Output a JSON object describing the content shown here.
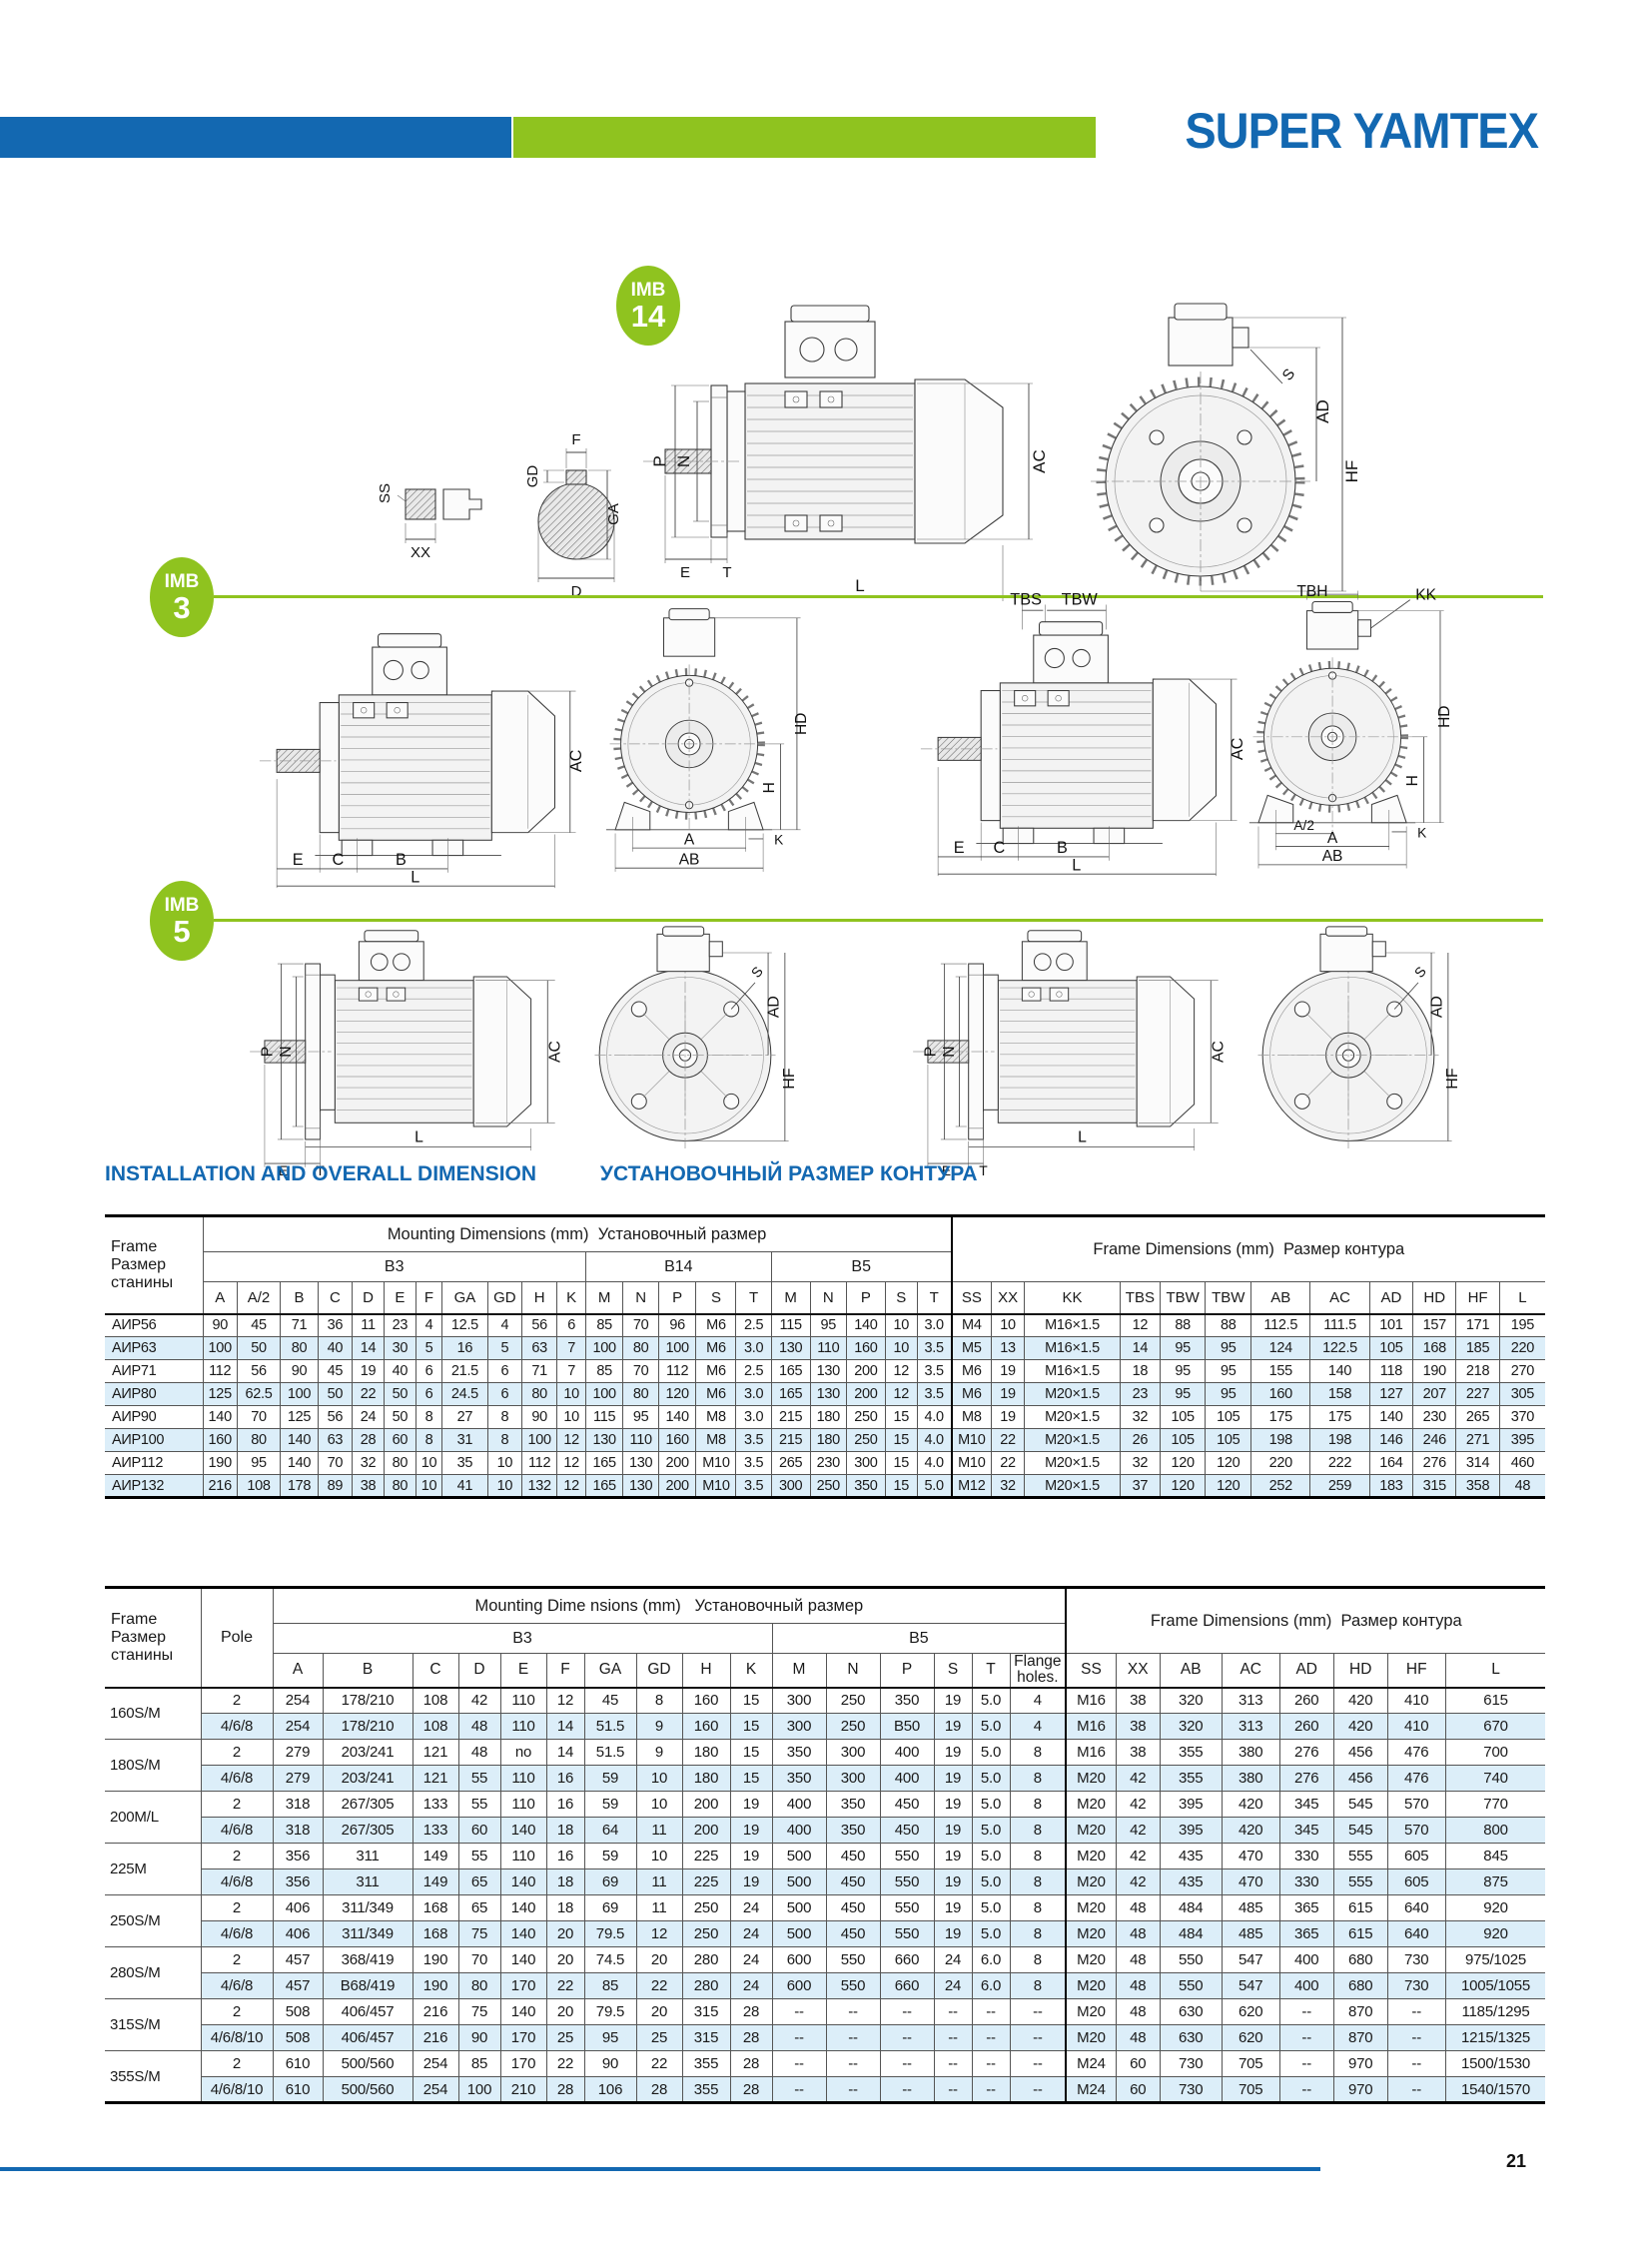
{
  "header": {
    "brand": "SUPER YAMTEX"
  },
  "diagrams": {
    "imb14": {
      "badge_top": "IMB",
      "badge_num": "14"
    },
    "imb3": {
      "badge_top": "IMB",
      "badge_num": "3"
    },
    "imb5": {
      "badge_top": "IMB",
      "badge_num": "5"
    },
    "labels": {
      "a": "A",
      "a2": "A/2",
      "ab": "AB",
      "ac": "AC",
      "ad": "AD",
      "b": "B",
      "c": "C",
      "d": "D",
      "e": "E",
      "f": "F",
      "ga": "GA",
      "gd": "GD",
      "h": "H",
      "hd": "HD",
      "hf": "HF",
      "k": "K",
      "kk": "KK",
      "l": "L",
      "n": "N",
      "p": "P",
      "s": "S",
      "ss": "SS",
      "t": "T",
      "tbh": "TBH",
      "tbs": "TBS",
      "tbw": "TBW",
      "xx": "XX"
    }
  },
  "section_heading": {
    "en": "INSTALLATION AND OVERALL DIMENSION",
    "ru": "УСТАНОВОЧНЫЙ РАЗМЕР КОНТУРА"
  },
  "tables_common": {
    "frame_head_l1": "Frame",
    "frame_head_l2": "Размер",
    "frame_head_l3": "станины"
  },
  "table1": {
    "group_mounting": "Mounting Dimensions (mm)  Установочный размер",
    "group_frame": "Frame Dimensions (mm)  Размер контура",
    "sub_b3": "B3",
    "sub_b14": "B14",
    "sub_b5": "B5",
    "letter_cols": [
      "A",
      "A/2",
      "B",
      "C",
      "D",
      "E",
      "F",
      "GA",
      "GD",
      "H",
      "K",
      "M",
      "N",
      "P",
      "S",
      "T",
      "M",
      "N",
      "P",
      "S",
      "T",
      "SS",
      "XX",
      "KK",
      "TBS",
      "TBW",
      "TBW",
      "AB",
      "AC",
      "AD",
      "HD",
      "HF",
      "L"
    ],
    "rows": [
      {
        "frame": "АИР56",
        "values": [
          "90",
          "45",
          "71",
          "36",
          "11",
          "23",
          "4",
          "12.5",
          "4",
          "56",
          "6",
          "85",
          "70",
          "96",
          "M6",
          "2.5",
          "115",
          "95",
          "140",
          "10",
          "3.0",
          "M4",
          "10",
          "M16×1.5",
          "12",
          "88",
          "88",
          "112.5",
          "111.5",
          "101",
          "157",
          "171",
          "195"
        ]
      },
      {
        "frame": "АИР63",
        "values": [
          "100",
          "50",
          "80",
          "40",
          "14",
          "30",
          "5",
          "16",
          "5",
          "63",
          "7",
          "100",
          "80",
          "100",
          "M6",
          "3.0",
          "130",
          "110",
          "160",
          "10",
          "3.5",
          "M5",
          "13",
          "M16×1.5",
          "14",
          "95",
          "95",
          "124",
          "122.5",
          "105",
          "168",
          "185",
          "220"
        ]
      },
      {
        "frame": "АИР71",
        "values": [
          "112",
          "56",
          "90",
          "45",
          "19",
          "40",
          "6",
          "21.5",
          "6",
          "71",
          "7",
          "85",
          "70",
          "112",
          "M6",
          "2.5",
          "165",
          "130",
          "200",
          "12",
          "3.5",
          "M6",
          "19",
          "M16×1.5",
          "18",
          "95",
          "95",
          "155",
          "140",
          "118",
          "190",
          "218",
          "270"
        ]
      },
      {
        "frame": "АИР80",
        "values": [
          "125",
          "62.5",
          "100",
          "50",
          "22",
          "50",
          "6",
          "24.5",
          "6",
          "80",
          "10",
          "100",
          "80",
          "120",
          "M6",
          "3.0",
          "165",
          "130",
          "200",
          "12",
          "3.5",
          "M6",
          "19",
          "M20×1.5",
          "23",
          "95",
          "95",
          "160",
          "158",
          "127",
          "207",
          "227",
          "305"
        ]
      },
      {
        "frame": "АИР90",
        "values": [
          "140",
          "70",
          "125",
          "56",
          "24",
          "50",
          "8",
          "27",
          "8",
          "90",
          "10",
          "115",
          "95",
          "140",
          "M8",
          "3.0",
          "215",
          "180",
          "250",
          "15",
          "4.0",
          "M8",
          "19",
          "M20×1.5",
          "32",
          "105",
          "105",
          "175",
          "175",
          "140",
          "230",
          "265",
          "370"
        ]
      },
      {
        "frame": "АИР100",
        "values": [
          "160",
          "80",
          "140",
          "63",
          "28",
          "60",
          "8",
          "31",
          "8",
          "100",
          "12",
          "130",
          "110",
          "160",
          "M8",
          "3.5",
          "215",
          "180",
          "250",
          "15",
          "4.0",
          "M10",
          "22",
          "M20×1.5",
          "26",
          "105",
          "105",
          "198",
          "198",
          "146",
          "246",
          "271",
          "395"
        ]
      },
      {
        "frame": "АИР112",
        "values": [
          "190",
          "95",
          "140",
          "70",
          "32",
          "80",
          "10",
          "35",
          "10",
          "112",
          "12",
          "165",
          "130",
          "200",
          "M10",
          "3.5",
          "265",
          "230",
          "300",
          "15",
          "4.0",
          "M10",
          "22",
          "M20×1.5",
          "32",
          "120",
          "120",
          "220",
          "222",
          "164",
          "276",
          "314",
          "460"
        ]
      },
      {
        "frame": "АИР132",
        "values": [
          "216",
          "108",
          "178",
          "89",
          "38",
          "80",
          "10",
          "41",
          "10",
          "132",
          "12",
          "165",
          "130",
          "200",
          "M10",
          "3.5",
          "300",
          "250",
          "350",
          "15",
          "5.0",
          "M12",
          "32",
          "M20×1.5",
          "37",
          "120",
          "120",
          "252",
          "259",
          "183",
          "315",
          "358",
          "48"
        ]
      }
    ]
  },
  "table2": {
    "pole_label": "Pole",
    "group_mounting": "Mounting Dime nsions (mm)   Установочный размер",
    "group_frame": "Frame Dimensions (mm)  Размер контура",
    "sub_b3": "B3",
    "sub_b5": "B5",
    "letter_cols": [
      "A",
      "B",
      "C",
      "D",
      "E",
      "F",
      "GA",
      "GD",
      "H",
      "K",
      "M",
      "N",
      "P",
      "S",
      "T",
      "Flange holes.",
      "SS",
      "XX",
      "AB",
      "AC",
      "AD",
      "HD",
      "HF",
      "L"
    ],
    "groups": [
      {
        "frame": "160S/M",
        "rows": [
          {
            "pole": "2",
            "values": [
              "254",
              "178/210",
              "108",
              "42",
              "110",
              "12",
              "45",
              "8",
              "160",
              "15",
              "300",
              "250",
              "350",
              "19",
              "5.0",
              "4",
              "M16",
              "38",
              "320",
              "313",
              "260",
              "420",
              "410",
              "615"
            ]
          },
          {
            "pole": "4/6/8",
            "values": [
              "254",
              "178/210",
              "108",
              "48",
              "110",
              "14",
              "51.5",
              "9",
              "160",
              "15",
              "300",
              "250",
              "B50",
              "19",
              "5.0",
              "4",
              "M16",
              "38",
              "320",
              "313",
              "260",
              "420",
              "410",
              "670"
            ]
          }
        ]
      },
      {
        "frame": "180S/M",
        "rows": [
          {
            "pole": "2",
            "values": [
              "279",
              "203/241",
              "121",
              "48",
              "no",
              "14",
              "51.5",
              "9",
              "180",
              "15",
              "350",
              "300",
              "400",
              "19",
              "5.0",
              "8",
              "M16",
              "38",
              "355",
              "380",
              "276",
              "456",
              "476",
              "700"
            ]
          },
          {
            "pole": "4/6/8",
            "values": [
              "279",
              "203/241",
              "121",
              "55",
              "110",
              "16",
              "59",
              "10",
              "180",
              "15",
              "350",
              "300",
              "400",
              "19",
              "5.0",
              "8",
              "M20",
              "42",
              "355",
              "380",
              "276",
              "456",
              "476",
              "740"
            ]
          }
        ]
      },
      {
        "frame": "200M/L",
        "rows": [
          {
            "pole": "2",
            "values": [
              "318",
              "267/305",
              "133",
              "55",
              "110",
              "16",
              "59",
              "10",
              "200",
              "19",
              "400",
              "350",
              "450",
              "19",
              "5.0",
              "8",
              "M20",
              "42",
              "395",
              "420",
              "345",
              "545",
              "570",
              "770"
            ]
          },
          {
            "pole": "4/6/8",
            "values": [
              "318",
              "267/305",
              "133",
              "60",
              "140",
              "18",
              "64",
              "11",
              "200",
              "19",
              "400",
              "350",
              "450",
              "19",
              "5.0",
              "8",
              "M20",
              "42",
              "395",
              "420",
              "345",
              "545",
              "570",
              "800"
            ]
          }
        ]
      },
      {
        "frame": "225M",
        "rows": [
          {
            "pole": "2",
            "values": [
              "356",
              "311",
              "149",
              "55",
              "110",
              "16",
              "59",
              "10",
              "225",
              "19",
              "500",
              "450",
              "550",
              "19",
              "5.0",
              "8",
              "M20",
              "42",
              "435",
              "470",
              "330",
              "555",
              "605",
              "845"
            ]
          },
          {
            "pole": "4/6/8",
            "values": [
              "356",
              "311",
              "149",
              "65",
              "140",
              "18",
              "69",
              "11",
              "225",
              "19",
              "500",
              "450",
              "550",
              "19",
              "5.0",
              "8",
              "M20",
              "42",
              "435",
              "470",
              "330",
              "555",
              "605",
              "875"
            ]
          }
        ]
      },
      {
        "frame": "250S/M",
        "rows": [
          {
            "pole": "2",
            "values": [
              "406",
              "311/349",
              "168",
              "65",
              "140",
              "18",
              "69",
              "11",
              "250",
              "24",
              "500",
              "450",
              "550",
              "19",
              "5.0",
              "8",
              "M20",
              "48",
              "484",
              "485",
              "365",
              "615",
              "640",
              "920"
            ]
          },
          {
            "pole": "4/6/8",
            "values": [
              "406",
              "311/349",
              "168",
              "75",
              "140",
              "20",
              "79.5",
              "12",
              "250",
              "24",
              "500",
              "450",
              "550",
              "19",
              "5.0",
              "8",
              "M20",
              "48",
              "484",
              "485",
              "365",
              "615",
              "640",
              "920"
            ]
          }
        ]
      },
      {
        "frame": "280S/M",
        "rows": [
          {
            "pole": "2",
            "values": [
              "457",
              "368/419",
              "190",
              "70",
              "140",
              "20",
              "74.5",
              "20",
              "280",
              "24",
              "600",
              "550",
              "660",
              "24",
              "6.0",
              "8",
              "M20",
              "48",
              "550",
              "547",
              "400",
              "680",
              "730",
              "975/1025"
            ]
          },
          {
            "pole": "4/6/8",
            "values": [
              "457",
              "B68/419",
              "190",
              "80",
              "170",
              "22",
              "85",
              "22",
              "280",
              "24",
              "600",
              "550",
              "660",
              "24",
              "6.0",
              "8",
              "M20",
              "48",
              "550",
              "547",
              "400",
              "680",
              "730",
              "1005/1055"
            ]
          }
        ]
      },
      {
        "frame": "315S/M",
        "rows": [
          {
            "pole": "2",
            "values": [
              "508",
              "406/457",
              "216",
              "75",
              "140",
              "20",
              "79.5",
              "20",
              "315",
              "28",
              "--",
              "--",
              "--",
              "--",
              "--",
              "--",
              "M20",
              "48",
              "630",
              "620",
              "--",
              "870",
              "--",
              "1185/1295"
            ]
          },
          {
            "pole": "4/6/8/10",
            "values": [
              "508",
              "406/457",
              "216",
              "90",
              "170",
              "25",
              "95",
              "25",
              "315",
              "28",
              "--",
              "--",
              "--",
              "--",
              "--",
              "--",
              "M20",
              "48",
              "630",
              "620",
              "--",
              "870",
              "--",
              "1215/1325"
            ]
          }
        ]
      },
      {
        "frame": "355S/M",
        "rows": [
          {
            "pole": "2",
            "values": [
              "610",
              "500/560",
              "254",
              "85",
              "170",
              "22",
              "90",
              "22",
              "355",
              "28",
              "--",
              "--",
              "--",
              "--",
              "--",
              "--",
              "M24",
              "60",
              "730",
              "705",
              "--",
              "970",
              "--",
              "1500/1530"
            ]
          },
          {
            "pole": "4/6/8/10",
            "values": [
              "610",
              "500/560",
              "254",
              "100",
              "210",
              "28",
              "106",
              "28",
              "355",
              "28",
              "--",
              "--",
              "--",
              "--",
              "--",
              "--",
              "M24",
              "60",
              "730",
              "705",
              "--",
              "970",
              "--",
              "1540/1570"
            ]
          }
        ]
      }
    ]
  },
  "footer": {
    "page_number": "21"
  },
  "colors": {
    "blue": "#1368b1",
    "green": "#8fc31f",
    "row_alt": "#dceef9"
  }
}
